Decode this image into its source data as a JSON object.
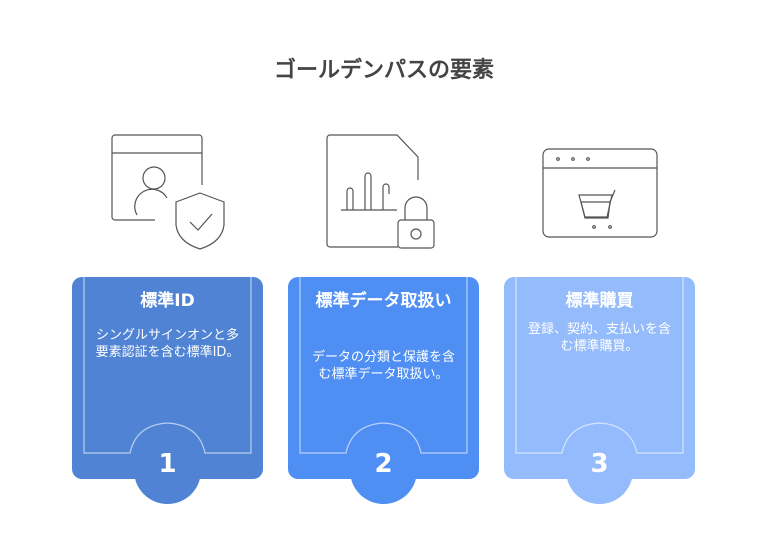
{
  "title": "ゴールデンパスの要素",
  "cards": [
    {
      "number": "1",
      "title": "標準ID",
      "description": "シングルサインオンと多要素認証を含む標準ID。",
      "icon": "user-shield-icon",
      "color": "#5083d4"
    },
    {
      "number": "2",
      "title": "標準データ取扱い",
      "description": "データの分類と保護を含む標準データ取扱い。",
      "icon": "document-chart-lock-icon",
      "color": "#4f8ff4"
    },
    {
      "number": "3",
      "title": "標準購買",
      "description": "登録、契約、支払いを含む標準購買。",
      "icon": "browser-cart-icon",
      "color": "#94bbfb"
    }
  ]
}
